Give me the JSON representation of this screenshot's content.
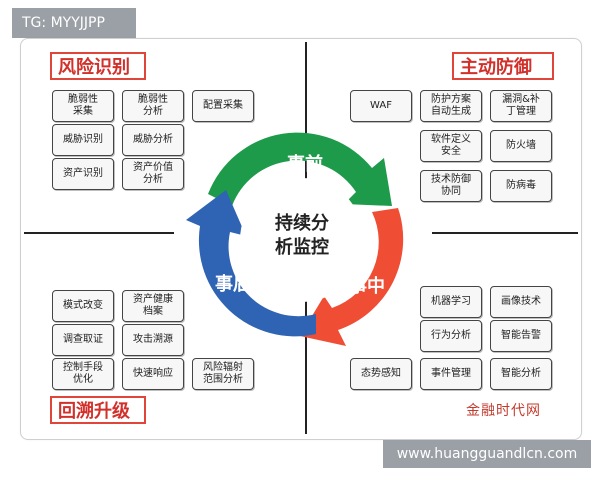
{
  "watermark_tag": "TG: MYYJJPP",
  "watermark_url": "www.huangguandlcn.com",
  "watermark_logo": "金融时代网",
  "sections": {
    "risk_identification": "风险识别",
    "active_defense": "主动防御",
    "retrospection": "回溯升级"
  },
  "center": {
    "title": "持续分\n析监控",
    "before": "事前",
    "during": "事中",
    "after": "事后"
  },
  "top_left_boxes": [
    "脆弱性\n采集",
    "脆弱性\n分析",
    "配置采集",
    "威胁识别",
    "威胁分析",
    "资产识别",
    "资产价值\n分析"
  ],
  "top_right_boxes": [
    "WAF",
    "防护方案\n自动生成",
    "漏洞&补\n丁管理",
    "软件定义\n安全",
    "防火墙",
    "技术防御\n协同",
    "防病毒"
  ],
  "bottom_left_boxes": [
    "模式改变",
    "资产健康\n档案",
    "调查取证",
    "攻击溯源",
    "控制手段\n优化",
    "快速响应",
    "风险辐射\n范围分析"
  ],
  "bottom_right_boxes": [
    "机器学习",
    "画像技术",
    "行为分析",
    "智能告警",
    "态势感知",
    "事件管理",
    "智能分析"
  ],
  "colors": {
    "before_arrow": "#1e9b4a",
    "during_arrow": "#ef4d34",
    "after_arrow": "#2f63b3",
    "section_border": "#e0453a"
  }
}
